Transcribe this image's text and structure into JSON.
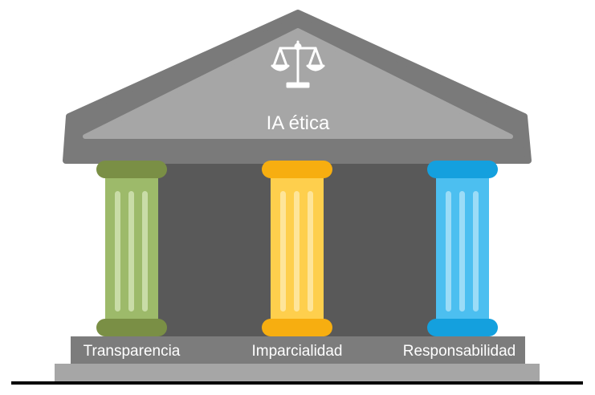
{
  "diagram": {
    "title": "IA ética",
    "emblem_icon": "scales-of-justice-icon",
    "pillars": [
      {
        "label": "Transparencia",
        "color": "#9dba6a",
        "cap_color": "#7a8f45"
      },
      {
        "label": "Imparcialidad",
        "color": "#fecf4d",
        "cap_color": "#f7ae10"
      },
      {
        "label": "Responsabilidad",
        "color": "#4cbff0",
        "cap_color": "#14a0de"
      }
    ],
    "colors": {
      "roof_outer": "#7a7a7a",
      "roof_inner": "#a6a6a6",
      "interior": "#595959",
      "base_top": "#7c7c7c",
      "base_bottom": "#a6a6a6",
      "ground_line": "#000000"
    }
  }
}
